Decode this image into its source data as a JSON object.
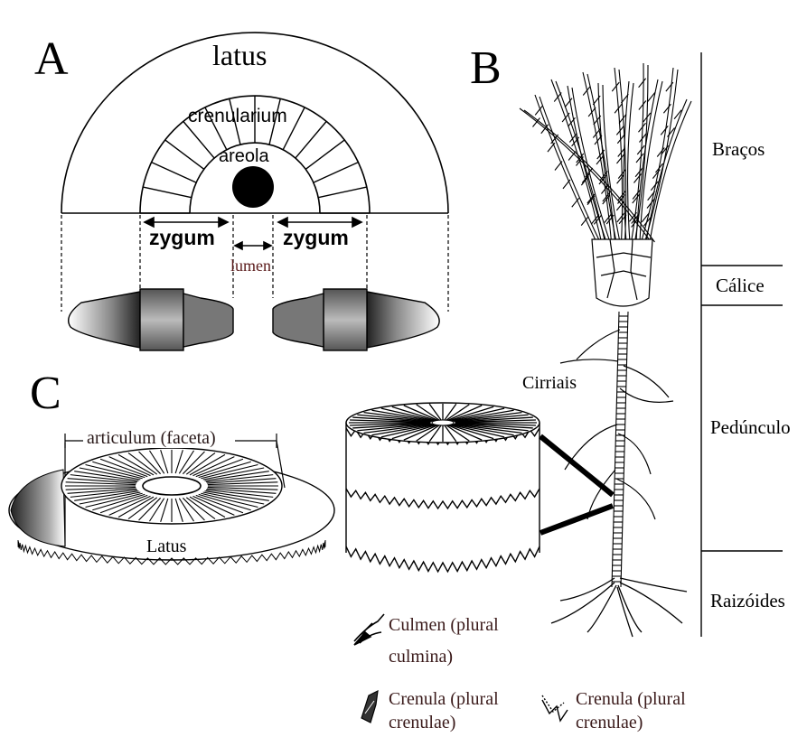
{
  "panels": {
    "a": "A",
    "b": "B",
    "c": "C"
  },
  "panel_a": {
    "latus": "latus",
    "crenularium": "crenularium",
    "areola": "areola",
    "zygum_left": "zygum",
    "zygum_right": "zygum",
    "lumen": "lumen"
  },
  "panel_c": {
    "articulum": "articulum (faceta)",
    "latus": "Latus",
    "cirriais": "Cirriais"
  },
  "panel_b": {
    "bracos": "Braços",
    "calice": "Cálice",
    "pedunculo": "Pedúnculo",
    "raizoides": "Raizóides"
  },
  "legend": {
    "culmen_line1": "Culmen (plural",
    "culmen_line2": "culmina)",
    "crenula_a_line1": "Crenula (plural",
    "crenula_a_line2": "crenulae)",
    "crenula_b_line1": "Crenula (plural",
    "crenula_b_line2": "crenulae)"
  },
  "colors": {
    "ink": "#000000",
    "label_red": "#5a1a1a",
    "gray": "#6a6a6a"
  }
}
